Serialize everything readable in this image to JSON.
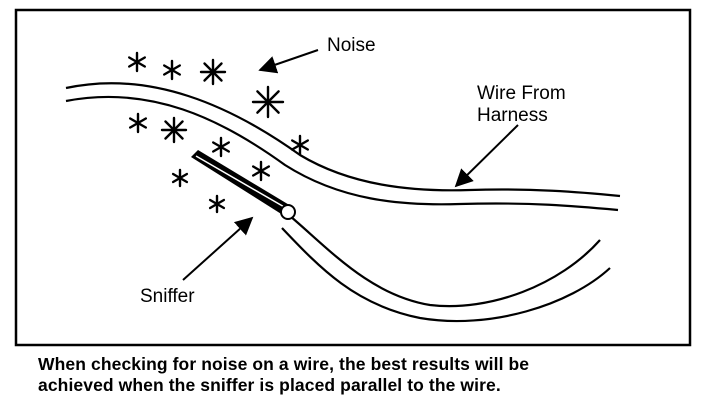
{
  "labels": {
    "noise": "Noise",
    "wire_line1": "Wire From",
    "wire_line2": "Harness",
    "sniffer": "Sniffer"
  },
  "caption": {
    "line1": "When checking for noise on a wire, the best results will be",
    "line2": "achieved when the sniffer is placed parallel to the wire."
  },
  "colors": {
    "ink": "#000000",
    "background": "#ffffff"
  }
}
